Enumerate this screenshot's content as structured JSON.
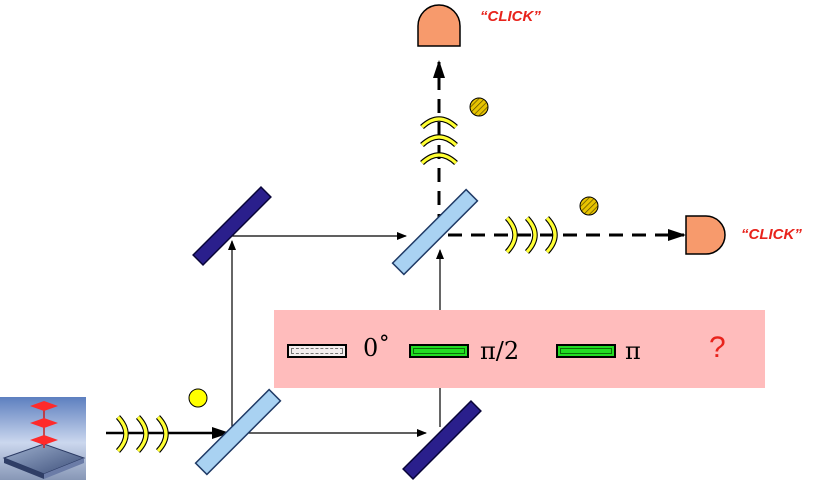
{
  "detectors": {
    "top_label": "“CLICK”",
    "right_label": "“CLICK”"
  },
  "phase_panel": {
    "plate_0_label": "0˚",
    "plate_half_pi_label": "π/2",
    "plate_pi_label": "π",
    "unknown_label": "?"
  },
  "colors": {
    "panel_background": "#ffbcbc",
    "mirror": "#2a1f8c",
    "beam_splitter": "#a9d2f2",
    "detector": "#f79a6c",
    "photon_waves": "#ffff33",
    "photon_solid": "#ffff00",
    "photon_hatched": "#e5c200",
    "click_text": "#e8231c",
    "phase_plate": "#22dd22"
  },
  "icons": {
    "source": "layered-source-icon",
    "detector": "detector-icon",
    "photon": "photon-icon",
    "wave": "wavefront-icon"
  }
}
